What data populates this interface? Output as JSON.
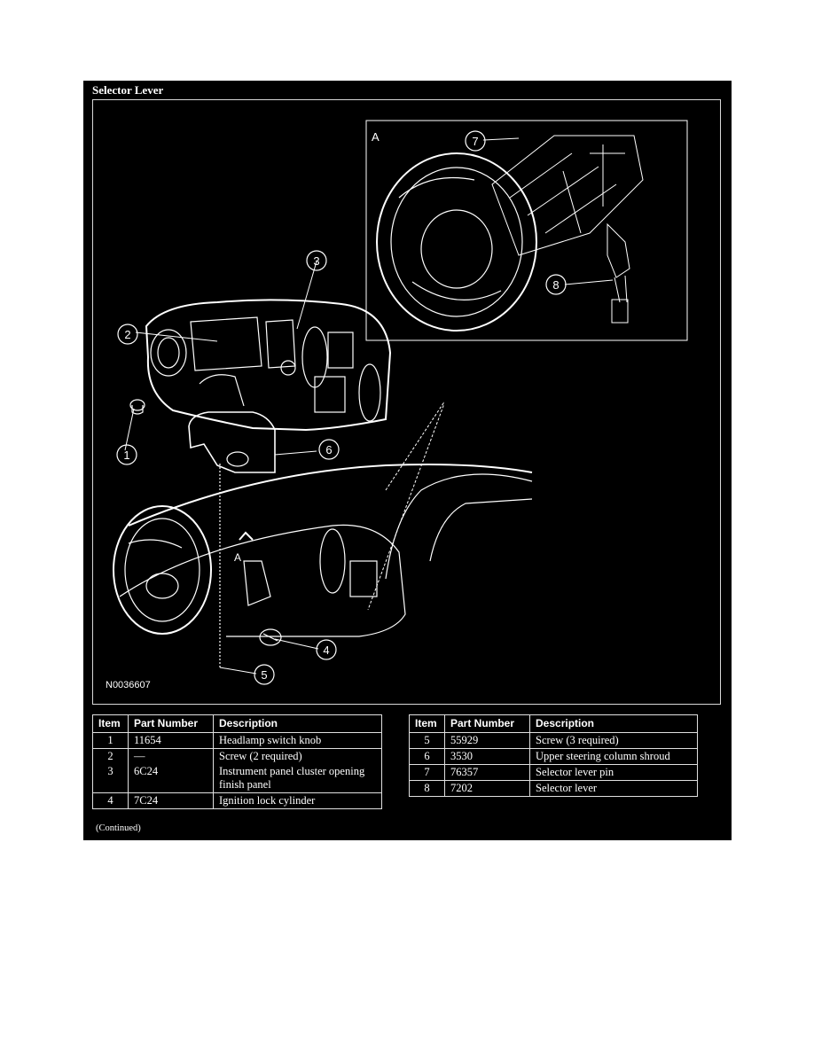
{
  "section_title": "Selector Lever",
  "figure": {
    "id": "N0036607",
    "inset_label": "A",
    "detail_marker": "A",
    "callouts": [
      "1",
      "2",
      "3",
      "4",
      "5",
      "6",
      "7",
      "8"
    ]
  },
  "table_headers": {
    "item": "Item",
    "part_number": "Part Number",
    "description": "Description"
  },
  "left_table": [
    {
      "item": "1",
      "part_number": "11654",
      "description": "Headlamp switch knob"
    },
    {
      "item": "2",
      "part_number": "—",
      "description": "Screw (2 required)"
    },
    {
      "item": "3",
      "part_number": "6C24",
      "description": "Instrument panel cluster opening finish panel"
    },
    {
      "item": "4",
      "part_number": "7C24",
      "description": "Ignition lock cylinder"
    }
  ],
  "right_table": [
    {
      "item": "5",
      "part_number": "55929",
      "description": "Screw (3 required)"
    },
    {
      "item": "6",
      "part_number": "3530",
      "description": "Upper steering column shroud"
    },
    {
      "item": "7",
      "part_number": "76357",
      "description": "Selector lever pin"
    },
    {
      "item": "8",
      "part_number": "7202",
      "description": "Selector lever"
    }
  ],
  "continued_note": "(Continued)"
}
